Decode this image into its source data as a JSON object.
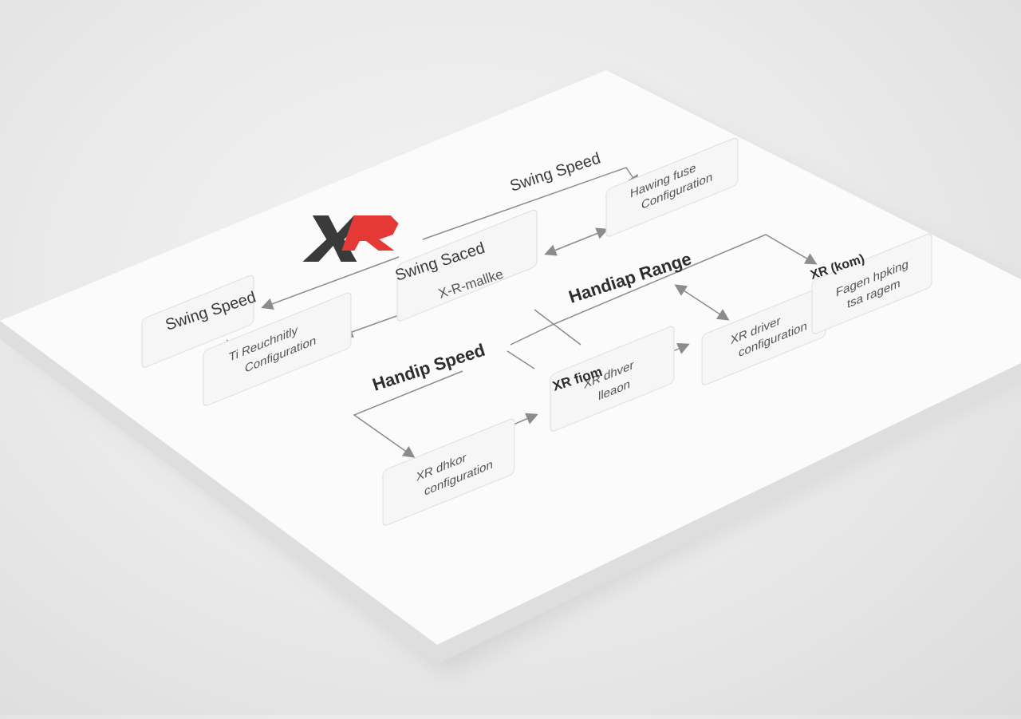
{
  "logo": {
    "text": "XR",
    "colors": {
      "x": "#3a3a3a",
      "r": "#e53935"
    }
  },
  "labels": {
    "top_right": "Swing Speed",
    "center_top": "Swing Saced",
    "center_top_sub": "X-R-mallke",
    "left": "Swing Speed",
    "handip_range": "Handiap Range",
    "handip_speed": "Handip Speed",
    "center_node": "XR fiom",
    "right_top": "XR (kom)"
  },
  "nodes": {
    "top_right_box": {
      "line1": "Hawing fuse",
      "line2": "Configuration"
    },
    "left_box": {
      "line1": "Ti Reuchnitly",
      "line2": "Configuration"
    },
    "center_box": {
      "line1": "XR dhver",
      "line2": "lleaon"
    },
    "right_mid_box": {
      "line1": "XR driver",
      "line2": "configuration"
    },
    "right_top_box": {
      "line1": "Fagen hpking",
      "line2": "tsa ragem"
    },
    "bottom_left_box": {
      "line1": "XR dhkor",
      "line2": "configuration"
    }
  },
  "colors": {
    "board": "#fbfbfb",
    "edge": "#dedede",
    "line": "#8c8c8c",
    "accent": "#e53935"
  }
}
